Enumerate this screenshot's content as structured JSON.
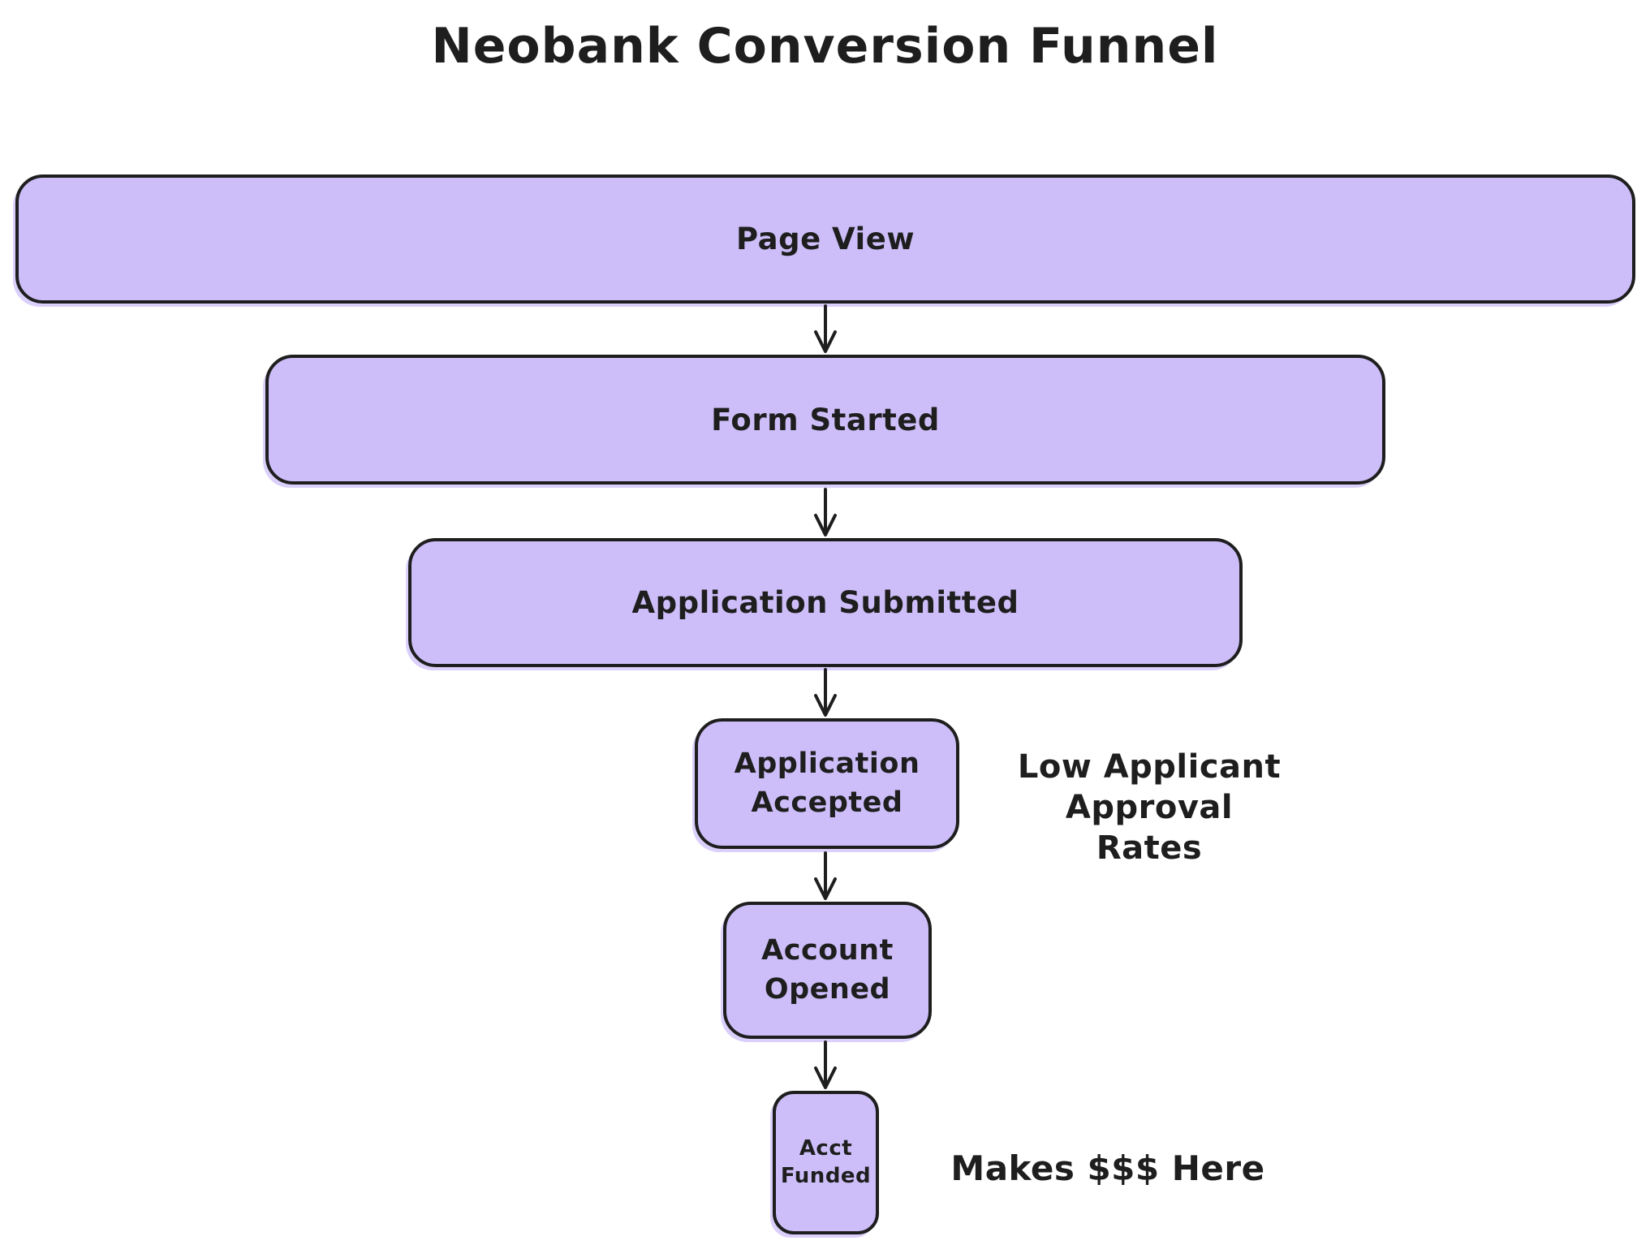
{
  "title": "Neobank Conversion Funnel",
  "colors": {
    "box_fill": "#cdbef9",
    "box_stroke": "#1e1e1e",
    "text": "#1e1e1e",
    "background": "#ffffff"
  },
  "funnel": {
    "type": "funnel",
    "direction": "top-to-bottom",
    "stages": [
      {
        "label": "Page View"
      },
      {
        "label": "Form Started"
      },
      {
        "label": "Application Submitted"
      },
      {
        "label": "Application Accepted"
      },
      {
        "label": "Account Opened"
      },
      {
        "label": "Acct Funded"
      }
    ]
  },
  "annotations": [
    {
      "text": "Low Applicant Approval Rates"
    },
    {
      "text": "Makes $$$ Here"
    }
  ],
  "icons": {
    "flow_arrow": "down-arrow"
  }
}
